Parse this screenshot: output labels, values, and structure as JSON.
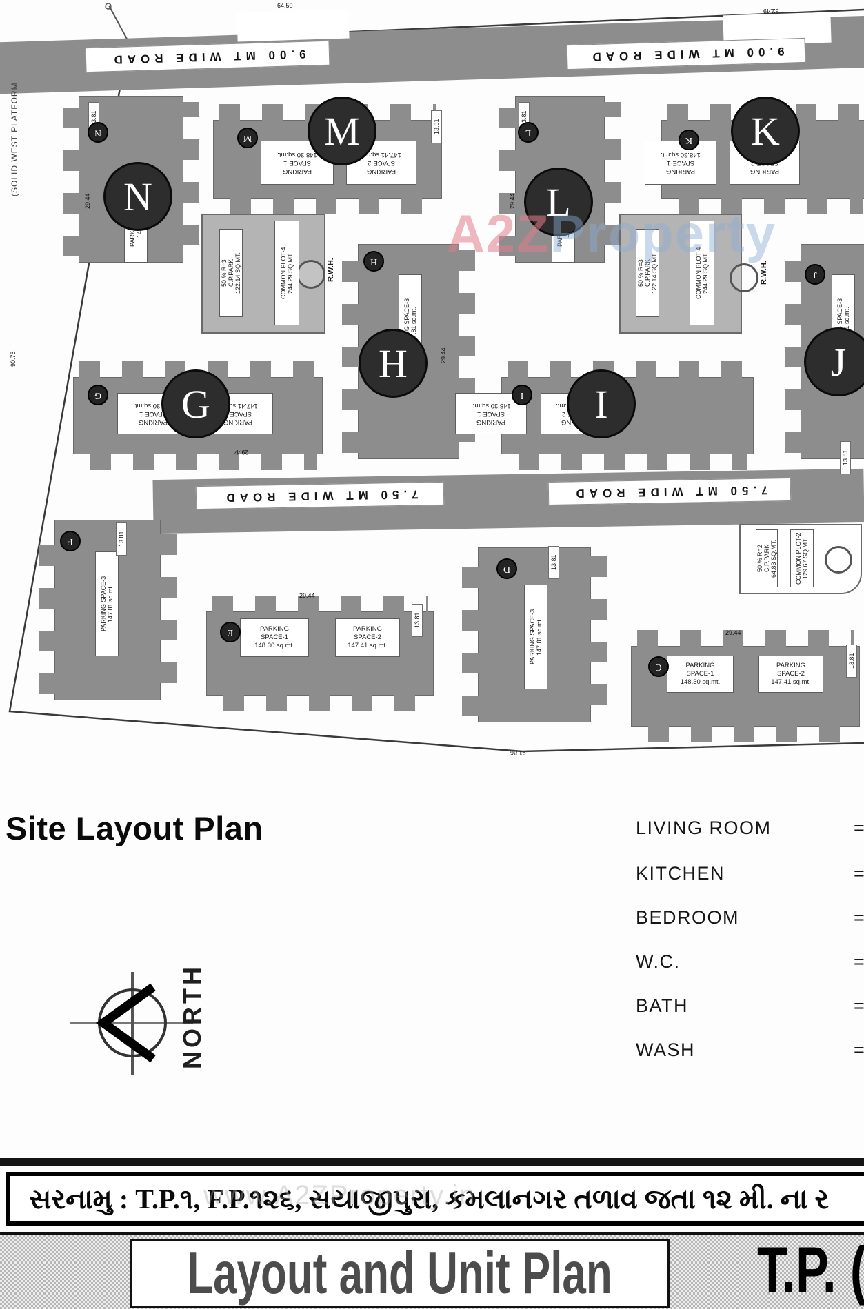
{
  "plan": {
    "platform_label": "(SOLID WEST PLATFORM",
    "road_9": "9.00 MT WIDE ROAD",
    "road_75": "7.50 MT WIDE ROAD",
    "letters": {
      "m": "M",
      "n": "N",
      "k": "K",
      "l": "L",
      "g": "G",
      "h": "H",
      "i": "I",
      "j": "J",
      "c": "C",
      "d": "D",
      "e": "E",
      "f": "F"
    },
    "dims": {
      "d6450": "64.50",
      "d6249": "62.49",
      "d9075": "90.75",
      "d1381": "13.81",
      "d2944": "29.44",
      "d9186": "91.86"
    },
    "parking": {
      "p1": "PARKING\nSPACE-1\n148.30 sq.mt.",
      "p2": "PARKING\nSPACE-2\n147.41 sq.mt.",
      "pv": "PARKING SPACE-3\n147.81 sq.mt."
    },
    "common_plot_4": {
      "l1": "50 % R=3\nC.P.PARK\n122.14 SQ.MT.",
      "l2": "COMMON PLOT-4\n244.29 SQ.MT."
    },
    "common_plot_2": {
      "l1": "50 % R=2\nC.P.PARK\n64.83 SQ.MT.",
      "l2": "COMMON PLOT-2\n129.67 SQ.MT."
    },
    "rwh": "R.W.H."
  },
  "watermark": {
    "p1": "A2Z",
    "p2": "Property",
    "url": "www.A2ZProperty.in"
  },
  "titles": {
    "site_layout": "Site Layout Plan",
    "bottom": "Layout and Unit Plan",
    "tp": "T.P. ("
  },
  "legend": {
    "items": [
      {
        "label": "LIVING ROOM",
        "eq": "="
      },
      {
        "label": "KITCHEN",
        "eq": "="
      },
      {
        "label": "BEDROOM",
        "eq": "="
      },
      {
        "label": "W.C.",
        "eq": "="
      },
      {
        "label": "BATH",
        "eq": "="
      },
      {
        "label": "WASH",
        "eq": "="
      }
    ]
  },
  "compass": {
    "label": "NORTH"
  },
  "address": {
    "text": "સરનામુ : T.P.૧, F.P.૧૨૬, સયાજીપુરા, કમલાનગર તળાવ જતા ૧૨ મી. ના ર"
  }
}
